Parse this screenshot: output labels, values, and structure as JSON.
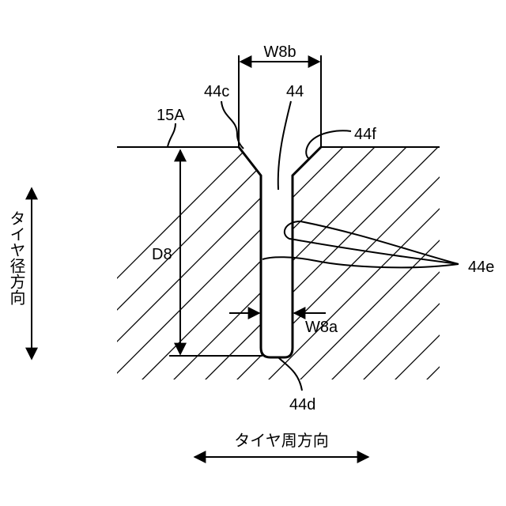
{
  "labels": {
    "groove": "44",
    "groove_width_top": "W8b",
    "groove_width_bottom": "W8a",
    "groove_depth": "D8",
    "chamfer_left": "44c",
    "chamfer_right": "44f",
    "groove_bottom": "44d",
    "groove_wall": "44e",
    "tread_surface": "15A"
  },
  "axes": {
    "radial": "タイヤ径方向",
    "circumferential": "タイヤ周方向"
  }
}
